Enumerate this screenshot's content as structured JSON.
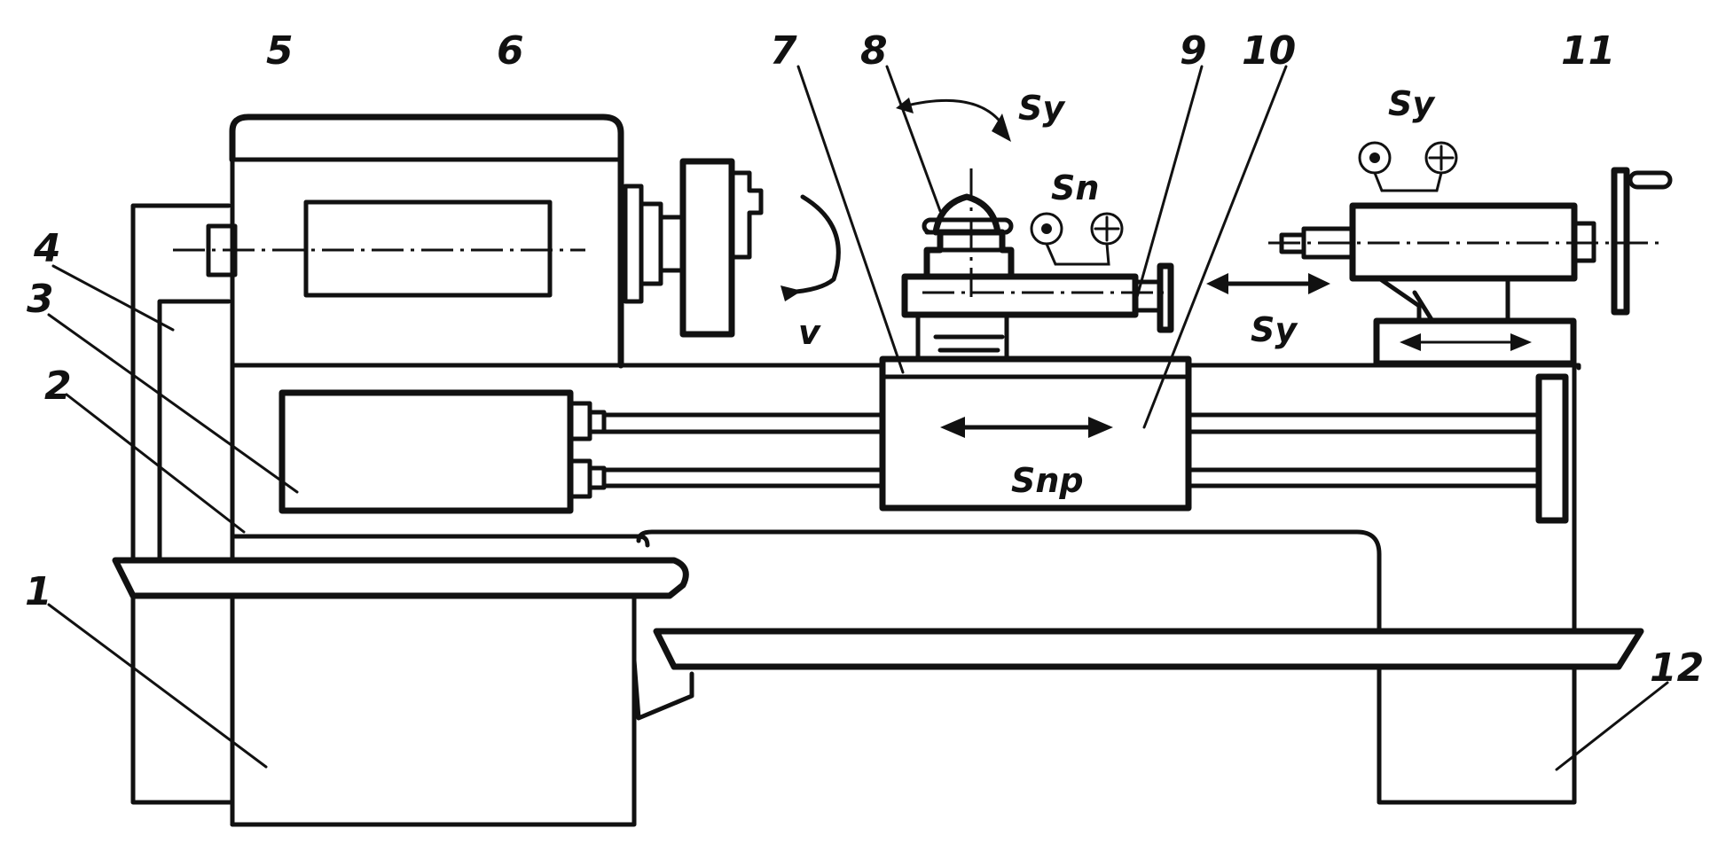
{
  "figure": {
    "part_numbers": [
      "1",
      "2",
      "3",
      "4",
      "5",
      "6",
      "7",
      "8",
      "9",
      "10",
      "11",
      "12"
    ],
    "annotations": {
      "v": "v",
      "s_y_top": "Sy",
      "s_n": "Sn",
      "s_y_tail": "Sy",
      "s_y_mid": "Sy",
      "s_np": "Snp"
    }
  }
}
